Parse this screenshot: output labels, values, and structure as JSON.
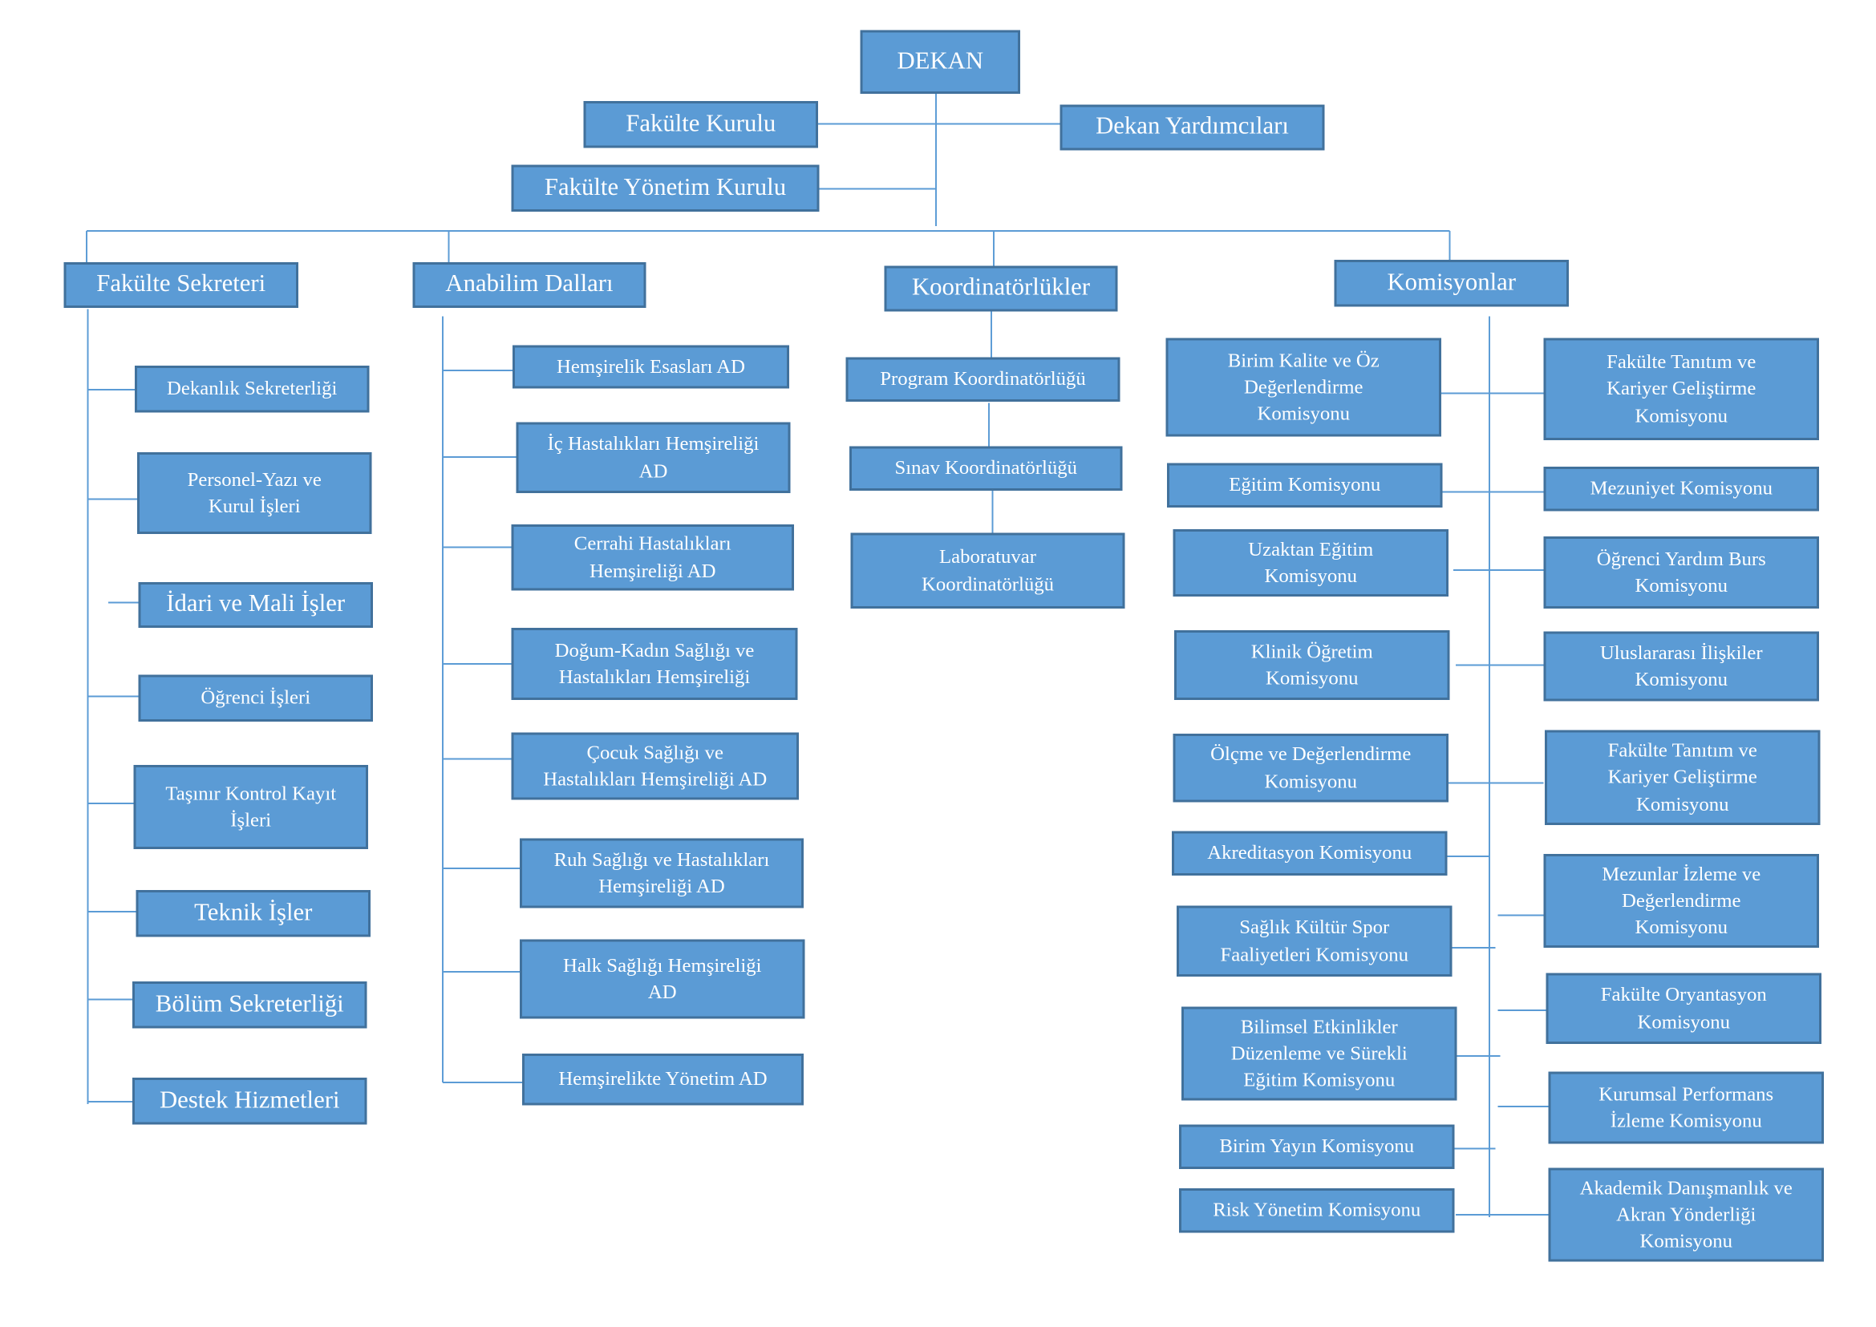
{
  "colors": {
    "fill": "#5B9BD5",
    "border": "#41719C",
    "line": "#5B9BD5",
    "text": "#FFFFFF"
  },
  "top": {
    "dekan": "DEKAN",
    "fakulte_kurulu": "Fakülte Kurulu",
    "dekan_yardimcilari": "Dekan Yardımcıları",
    "fakulte_yonetim_kurulu": "Fakülte Yönetim Kurulu"
  },
  "sections": {
    "sekreter": "Fakülte Sekreteri",
    "anabilim": "Anabilim Dalları",
    "koordinatorlukler": "Koordinatörlükler",
    "komisyonlar": "Komisyonlar"
  },
  "sekreter_items": [
    "Dekanlık Sekreterliği",
    "Personel-Yazı ve\nKurul İşleri",
    "İdari ve Mali İşler",
    "Öğrenci İşleri",
    "Taşınır Kontrol Kayıt\nİşleri",
    "Teknik İşler",
    "Bölüm Sekreterliği",
    "Destek Hizmetleri"
  ],
  "anabilim_items": [
    "Hemşirelik Esasları AD",
    "İç Hastalıkları Hemşireliği\nAD",
    "Cerrahi Hastalıkları\nHemşireliği AD",
    "Doğum-Kadın Sağlığı ve\nHastalıkları Hemşireliği",
    "Çocuk Sağlığı ve\nHastalıkları Hemşireliği AD",
    "Ruh Sağlığı ve Hastalıkları\nHemşireliği AD",
    "Halk Sağlığı Hemşireliği\nAD",
    "Hemşirelikte Yönetim AD"
  ],
  "koordinatorluk_items": [
    "Program Koordinatörlüğü",
    "Sınav Koordinatörlüğü",
    "Laboratuvar\nKoordinatörlüğü"
  ],
  "komisyon_left": [
    "Birim Kalite ve Öz\nDeğerlendirme\nKomisyonu",
    "Eğitim Komisyonu",
    "Uzaktan Eğitim\nKomisyonu",
    "Klinik Öğretim\nKomisyonu",
    "Ölçme ve Değerlendirme\nKomisyonu",
    "Akreditasyon Komisyonu",
    "Sağlık Kültür Spor\nFaaliyetleri Komisyonu",
    "Bilimsel Etkinlikler\nDüzenleme ve Sürekli\nEğitim Komisyonu",
    "Birim Yayın Komisyonu",
    "Risk Yönetim Komisyonu"
  ],
  "komisyon_right": [
    "Fakülte Tanıtım ve\nKariyer Geliştirme\nKomisyonu",
    "Mezuniyet Komisyonu",
    "Öğrenci Yardım Burs\nKomisyonu",
    "Uluslararası İlişkiler\nKomisyonu",
    "Fakülte Tanıtım ve\nKariyer Geliştirme\nKomisyonu",
    "Mezunlar İzleme ve\nDeğerlendirme\nKomisyonu",
    "Fakülte Oryantasyon\nKomisyonu",
    "Kurumsal Performans\nİzleme Komisyonu",
    "Akademik Danışmanlık ve\nAkran Yönderliği\nKomisyonu"
  ]
}
